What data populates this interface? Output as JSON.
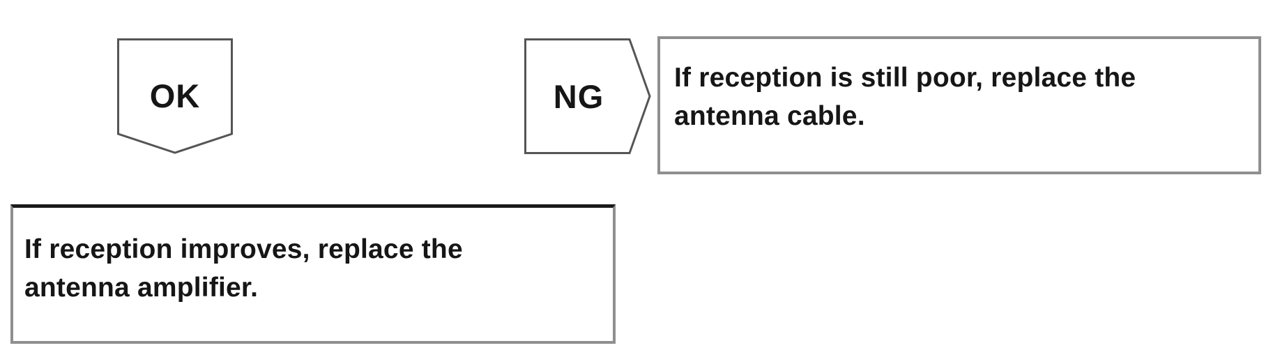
{
  "diagram": {
    "ok_connector": {
      "label": "OK"
    },
    "ng_connector": {
      "label": "NG"
    },
    "ng_result": {
      "lines": [
        "If reception is still poor, replace the",
        "antenna cable."
      ],
      "full_text": "If reception is still poor, replace the antenna cable."
    },
    "ok_result": {
      "lines": [
        "If reception improves, replace the",
        "antenna amplifier."
      ],
      "full_text": "If reception improves, replace the antenna amplifier."
    }
  },
  "colors": {
    "background": "#ffffff",
    "text": "#161616",
    "box_border": "#8f8f8f",
    "ok_result_top_border": "#1a1a1a",
    "connector_outline": "#555555",
    "shape_fill": "#ffffff"
  }
}
